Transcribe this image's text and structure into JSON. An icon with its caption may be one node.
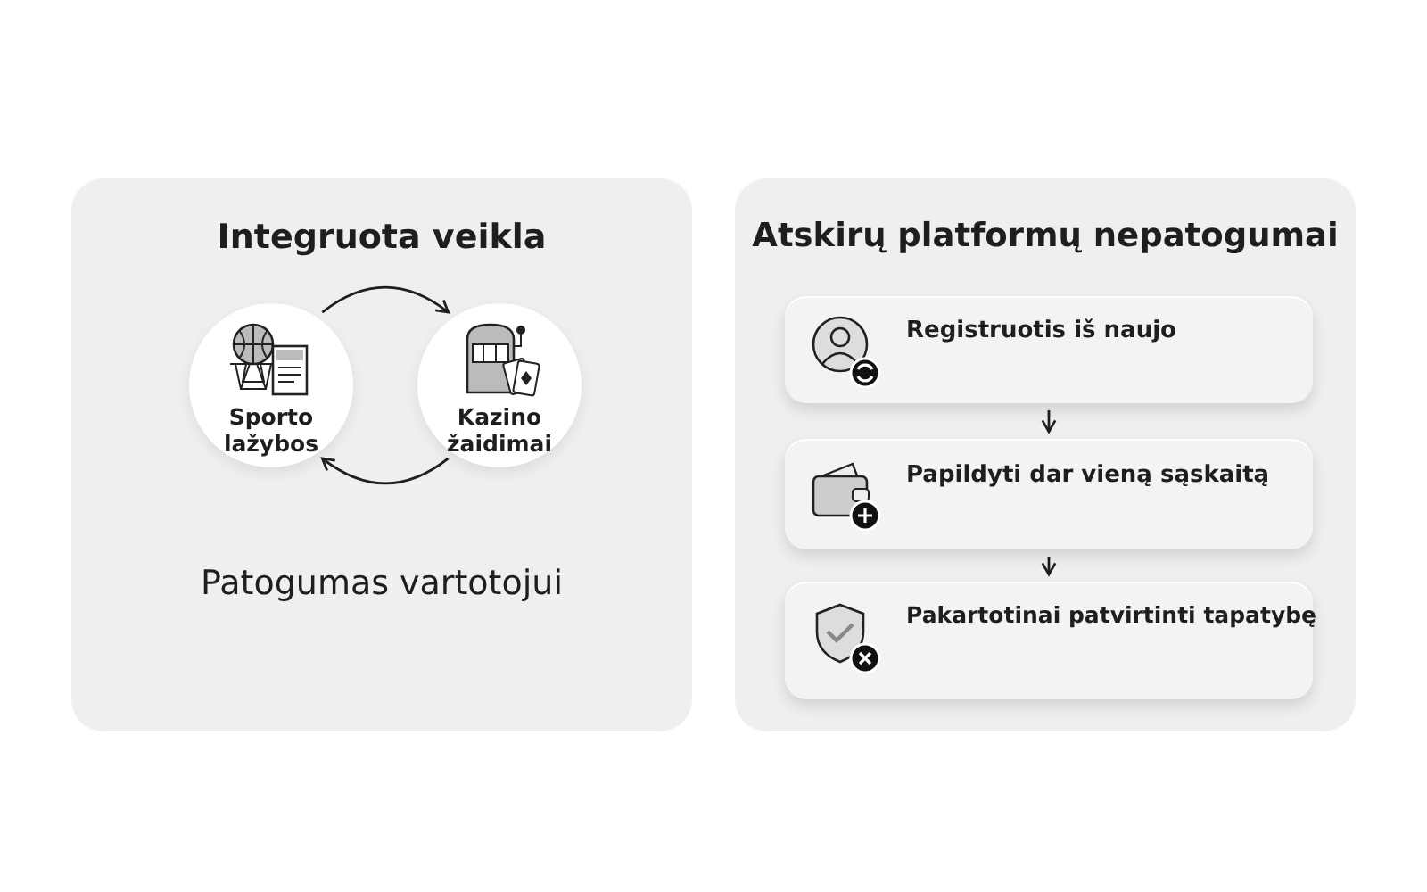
{
  "diagram": {
    "nodes": [
      {
        "text": [
          "Integruota veikla",
          "Patogumas vartotojui"
        ]
      },
      {
        "text": [
          "Sporto lažybos"
        ],
        "in": 0
      },
      {
        "text": [
          "Kazino žaidimai"
        ],
        "in": 0
      },
      {
        "text": [
          "Atskirų platformų nepatogumai"
        ]
      },
      {
        "text": [
          "Registruotis iš naujo"
        ],
        "in": 3
      },
      {
        "text": [
          "Papildyti dar vieną sąskaitą"
        ],
        "in": 3
      },
      {
        "text": [
          "Pakartotinai patvirtinti tapatybę"
        ],
        "in": 3
      }
    ],
    "edges": [
      {
        "from": 1,
        "to": 2,
        "arrow": "to"
      },
      {
        "from": 2,
        "to": 1,
        "arrow": "to"
      },
      {
        "from": 4,
        "to": 5,
        "arrow": "to"
      },
      {
        "from": 5,
        "to": 6,
        "arrow": "to"
      }
    ]
  }
}
